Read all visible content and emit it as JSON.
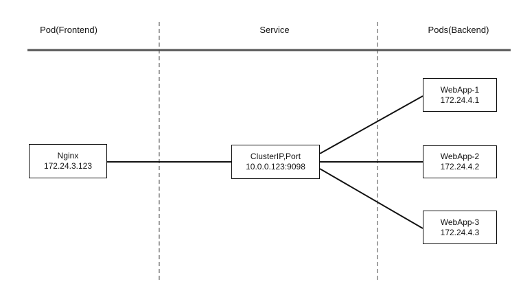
{
  "columns": {
    "frontend": "Pod(Frontend)",
    "service": "Service",
    "backend": "Pods(Backend)"
  },
  "nodes": {
    "nginx": {
      "name": "Nginx",
      "ip": "172.24.3.123"
    },
    "service": {
      "name": "ClusterIP,Port",
      "ip": "10.0.0.123:9098"
    },
    "webapp1": {
      "name": "WebApp-1",
      "ip": "172.24.4.1"
    },
    "webapp2": {
      "name": "WebApp-2",
      "ip": "172.24.4.2"
    },
    "webapp3": {
      "name": "WebApp-3",
      "ip": "172.24.4.3"
    }
  },
  "colors": {
    "line": "#111111",
    "header_rule": "#555555",
    "divider": "#444444"
  }
}
